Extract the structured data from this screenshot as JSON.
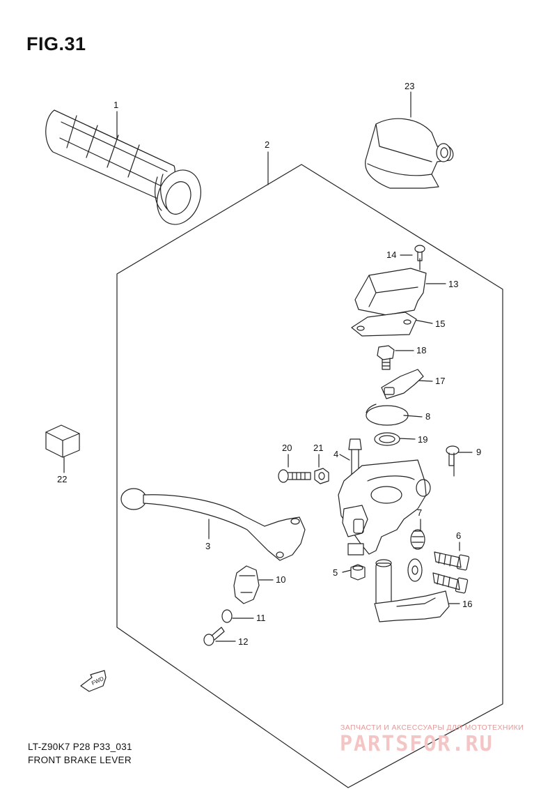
{
  "figure": {
    "title": "FIG.31"
  },
  "callouts": [
    {
      "id": "c1",
      "text": "1"
    },
    {
      "id": "c2",
      "text": "2"
    },
    {
      "id": "c3",
      "text": "3"
    },
    {
      "id": "c4",
      "text": "4"
    },
    {
      "id": "c5",
      "text": "5"
    },
    {
      "id": "c6",
      "text": "6"
    },
    {
      "id": "c7",
      "text": "7"
    },
    {
      "id": "c8",
      "text": "8"
    },
    {
      "id": "c9",
      "text": "9"
    },
    {
      "id": "c10",
      "text": "10"
    },
    {
      "id": "c11",
      "text": "11"
    },
    {
      "id": "c12",
      "text": "12"
    },
    {
      "id": "c13",
      "text": "13"
    },
    {
      "id": "c14",
      "text": "14"
    },
    {
      "id": "c15",
      "text": "15"
    },
    {
      "id": "c16",
      "text": "16"
    },
    {
      "id": "c17",
      "text": "17"
    },
    {
      "id": "c18",
      "text": "18"
    },
    {
      "id": "c19",
      "text": "19"
    },
    {
      "id": "c20",
      "text": "20"
    },
    {
      "id": "c21",
      "text": "21"
    },
    {
      "id": "c22",
      "text": "22"
    },
    {
      "id": "c23",
      "text": "23"
    }
  ],
  "direction_marker": {
    "text": "FWD"
  },
  "footer": {
    "model_code": "LT-Z90K7 P28 P33_031",
    "part_name": "FRONT BRAKE LEVER"
  },
  "watermark": {
    "tagline": "ЗАПЧАСТИ И АКСЕССУАРЫ ДЛЯ МОТОТЕХНИКИ",
    "logo": "PARTSFOR.RU"
  }
}
